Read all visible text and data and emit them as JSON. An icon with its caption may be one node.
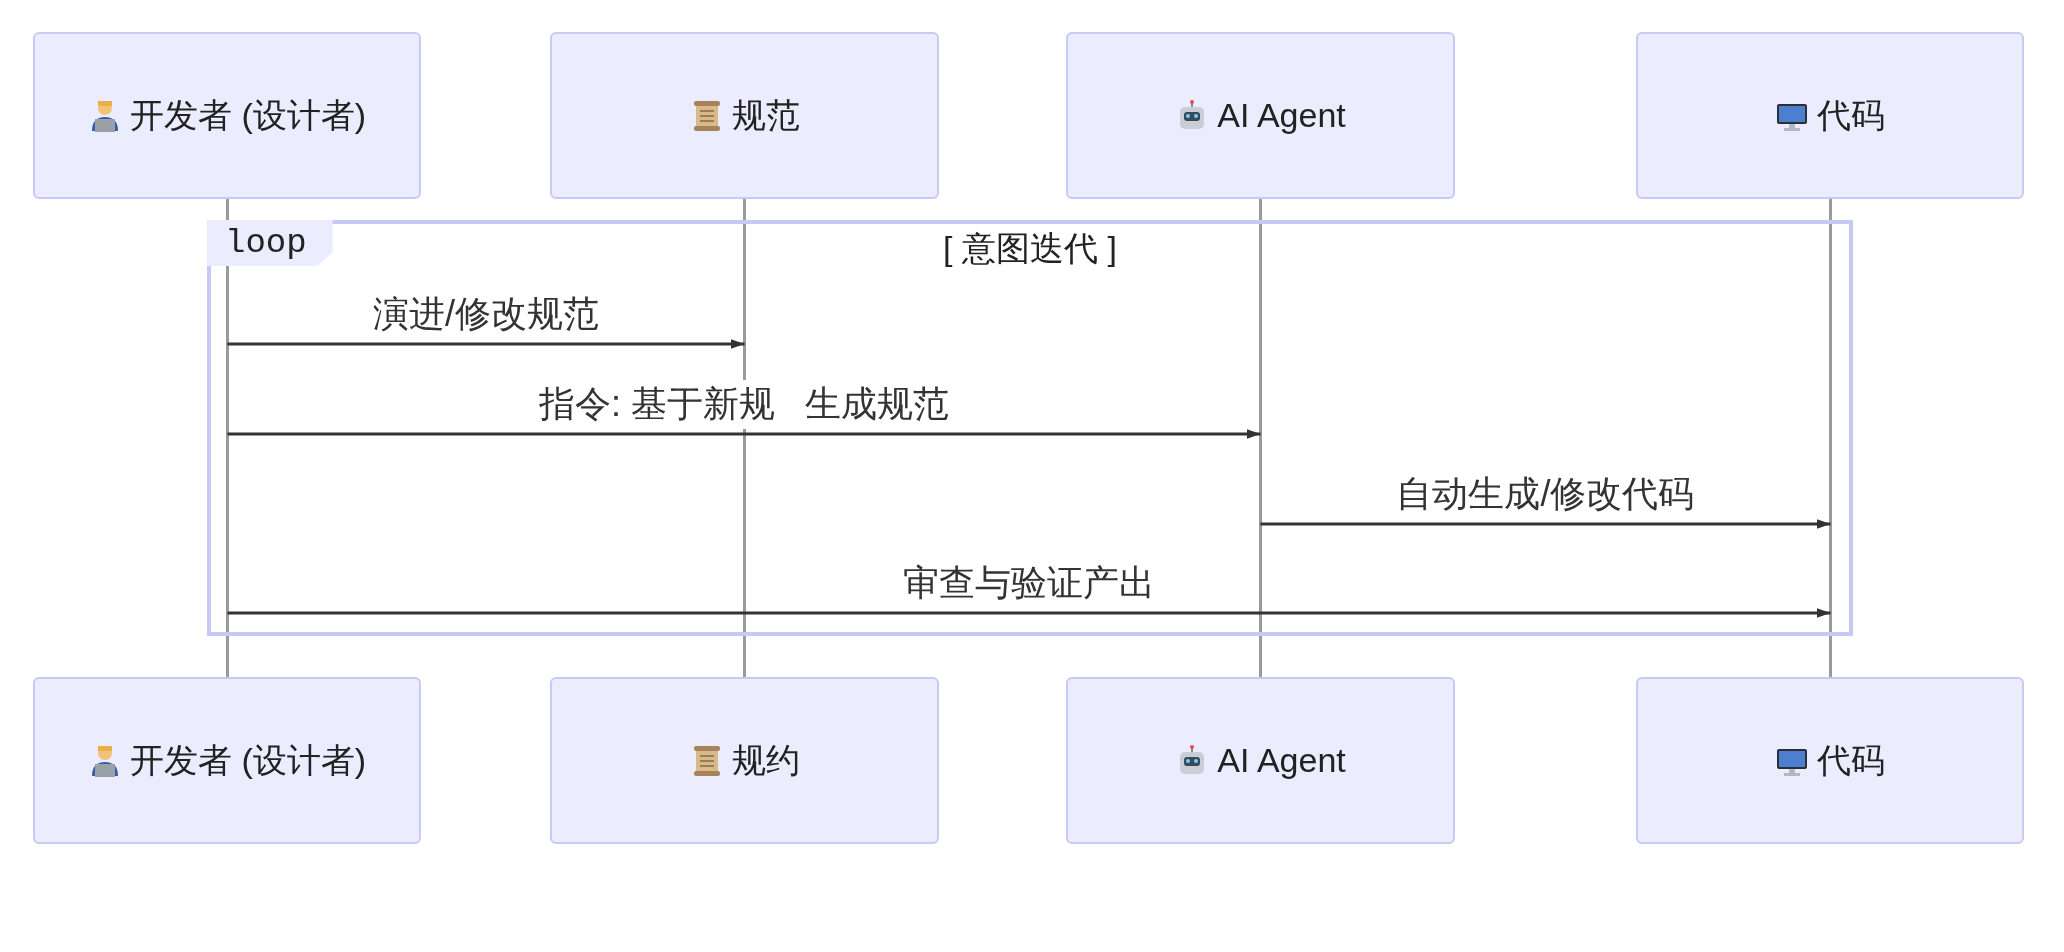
{
  "diagram": {
    "nodes": [
      {
        "text": [
          "开发者 (设计者)"
        ]
      },
      {
        "text": [
          "规范"
        ]
      },
      {
        "text": [
          "AI Agent"
        ]
      },
      {
        "text": [
          "代码"
        ]
      },
      {
        "text": [
          "loop"
        ]
      },
      {
        "text": [
          "开发者 (设计者)"
        ]
      },
      {
        "text": [
          "规约"
        ]
      },
      {
        "text": [
          "AI Agent"
        ]
      },
      {
        "text": [
          "代码"
        ]
      },
      {
        "text": [],
        "shape": "line"
      },
      {
        "text": [],
        "shape": "line"
      },
      {
        "text": [],
        "shape": "line"
      },
      {
        "text": [],
        "shape": "line"
      }
    ],
    "edges": [
      {
        "from": 9,
        "to": 10,
        "arrow": "to",
        "label": "演进/修改规范"
      },
      {
        "from": 9,
        "to": 11,
        "arrow": "to",
        "label": "指令: 基于新规   生成规范"
      },
      {
        "from": 11,
        "to": 12,
        "arrow": "to",
        "label": "自动生成/修改代码"
      },
      {
        "from": 9,
        "to": 12,
        "arrow": "to",
        "label": "审查与验证产出"
      }
    ],
    "labels": [
      "[ 意图迭代 ]"
    ]
  }
}
